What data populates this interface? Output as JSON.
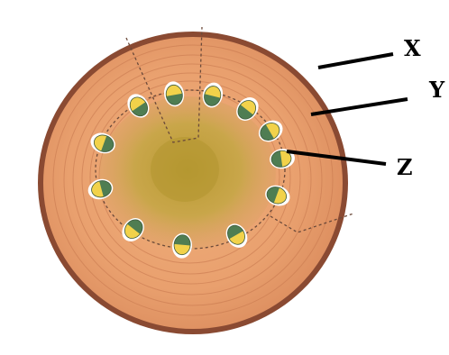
{
  "labels": {
    "x": "X",
    "y": "Y",
    "z": "Z"
  },
  "colors": {
    "background": "#ffffff",
    "bark": "#8a4a32",
    "wood": "#e9a06e",
    "wood_ring": "#c97a50",
    "pith": "#c8a23c",
    "bundle_yellow": "#f2d24a",
    "bundle_green": "#4f7d52",
    "leader_line": "#000000"
  },
  "icons": {
    "vascular_bundle": "vascular-bundle-icon"
  }
}
